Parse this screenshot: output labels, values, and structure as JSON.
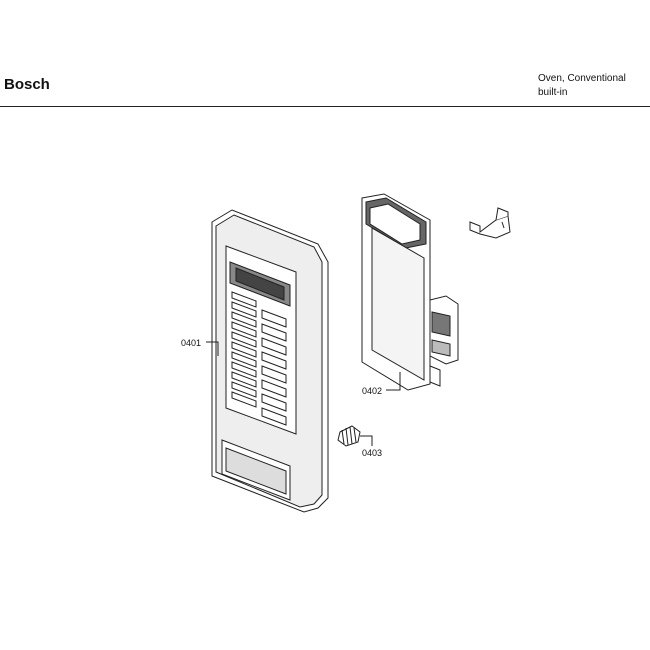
{
  "header": {
    "brand": "Bosch",
    "product_line1": "Oven, Conventional",
    "product_line2": "built-in"
  },
  "parts": [
    {
      "id": "0401"
    },
    {
      "id": "0402"
    },
    {
      "id": "0403"
    }
  ]
}
